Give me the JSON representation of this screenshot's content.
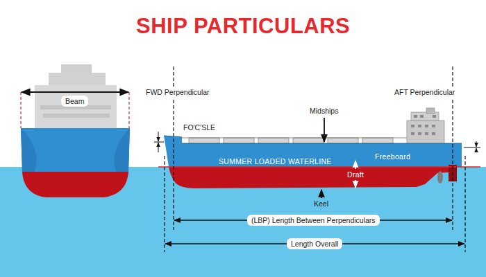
{
  "diagram": {
    "title": "SHIP PARTICULARS",
    "labels": [
      "Beam",
      "FWD Perpendicular",
      "AFT Perpendicular",
      "Midships",
      "FO'C'SLE",
      "SUMMER LOADED WATERLINE",
      "Freeboard",
      "Draft",
      "Keel",
      "(LBP) Length Between Perpendiculars",
      "Length Overall"
    ]
  }
}
